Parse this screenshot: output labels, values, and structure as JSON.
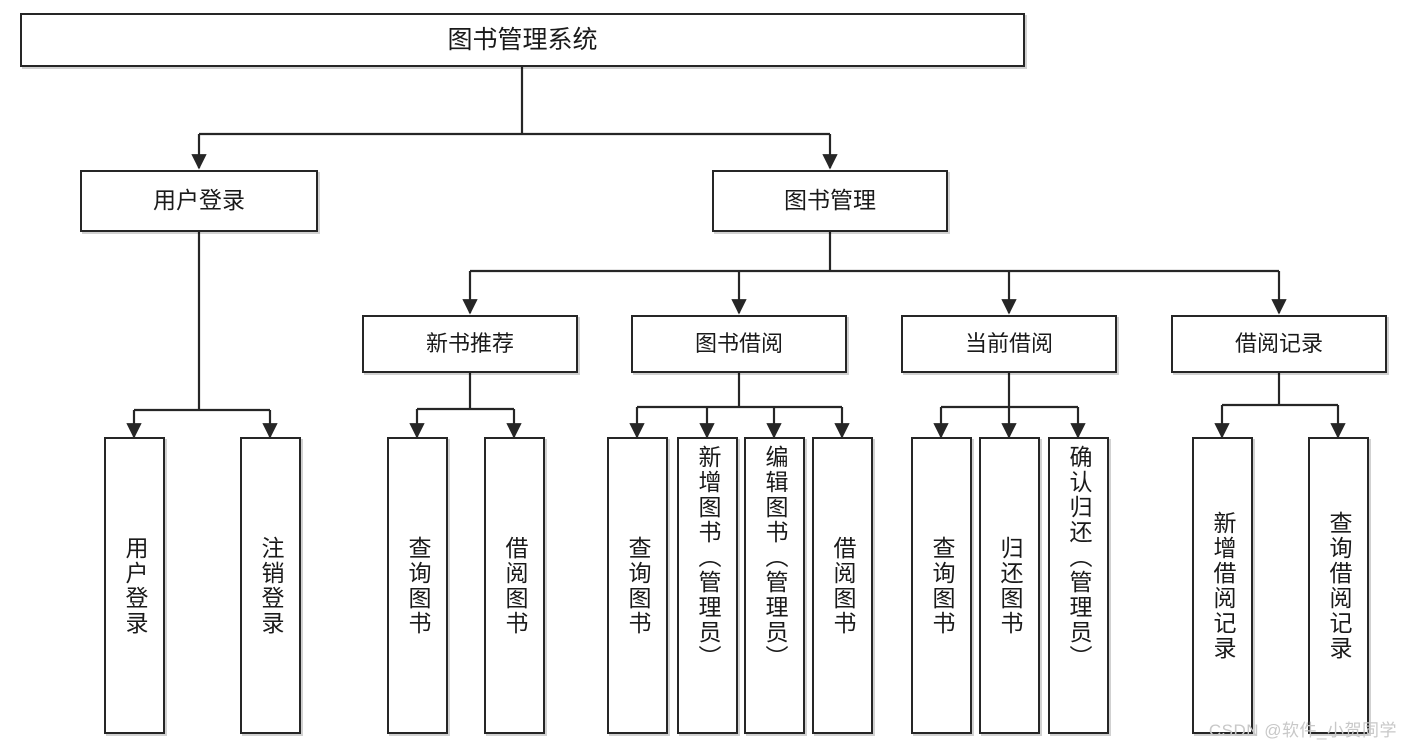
{
  "diagram": {
    "type": "tree-hierarchy-chart",
    "title": "图书管理系统",
    "background_color": "#ffffff",
    "box_border_color": "#262626",
    "connector_color": "#262626",
    "watermark": "CSDN @软件_小贺同学",
    "nodes": {
      "root": {
        "label": "图书管理系统"
      },
      "level1": [
        {
          "id": "user-login",
          "label": "用户登录"
        },
        {
          "id": "book-management",
          "label": "图书管理"
        }
      ],
      "level2": [
        {
          "id": "new-book-recommend",
          "label": "新书推荐",
          "parent": "book-management"
        },
        {
          "id": "book-borrow",
          "label": "图书借阅",
          "parent": "book-management"
        },
        {
          "id": "current-borrow",
          "label": "当前借阅",
          "parent": "book-management"
        },
        {
          "id": "borrow-record",
          "label": "借阅记录",
          "parent": "book-management"
        }
      ],
      "leaves": [
        {
          "id": "leaf-user-login",
          "label": "用户登录",
          "parent": "user-login"
        },
        {
          "id": "leaf-logout-login",
          "label": "注销登录",
          "parent": "user-login"
        },
        {
          "id": "leaf-query-book-1",
          "label": "查询图书",
          "parent": "new-book-recommend"
        },
        {
          "id": "leaf-borrow-book-1",
          "label": "借阅图书",
          "parent": "new-book-recommend"
        },
        {
          "id": "leaf-query-book-2",
          "label": "查询图书",
          "parent": "book-borrow"
        },
        {
          "id": "leaf-add-book-admin",
          "label": "新增图书（管理员）",
          "parent": "book-borrow"
        },
        {
          "id": "leaf-edit-book-admin",
          "label": "编辑图书（管理员）",
          "parent": "book-borrow"
        },
        {
          "id": "leaf-borrow-book-2",
          "label": "借阅图书",
          "parent": "book-borrow"
        },
        {
          "id": "leaf-query-book-3",
          "label": "查询图书",
          "parent": "current-borrow"
        },
        {
          "id": "leaf-return-book",
          "label": "归还图书",
          "parent": "current-borrow"
        },
        {
          "id": "leaf-confirm-return-admin",
          "label": "确认归还（管理员）",
          "parent": "current-borrow"
        },
        {
          "id": "leaf-add-borrow-record",
          "label": "新增借阅记录",
          "parent": "borrow-record"
        },
        {
          "id": "leaf-query-borrow-record",
          "label": "查询借阅记录",
          "parent": "borrow-record"
        }
      ]
    }
  }
}
